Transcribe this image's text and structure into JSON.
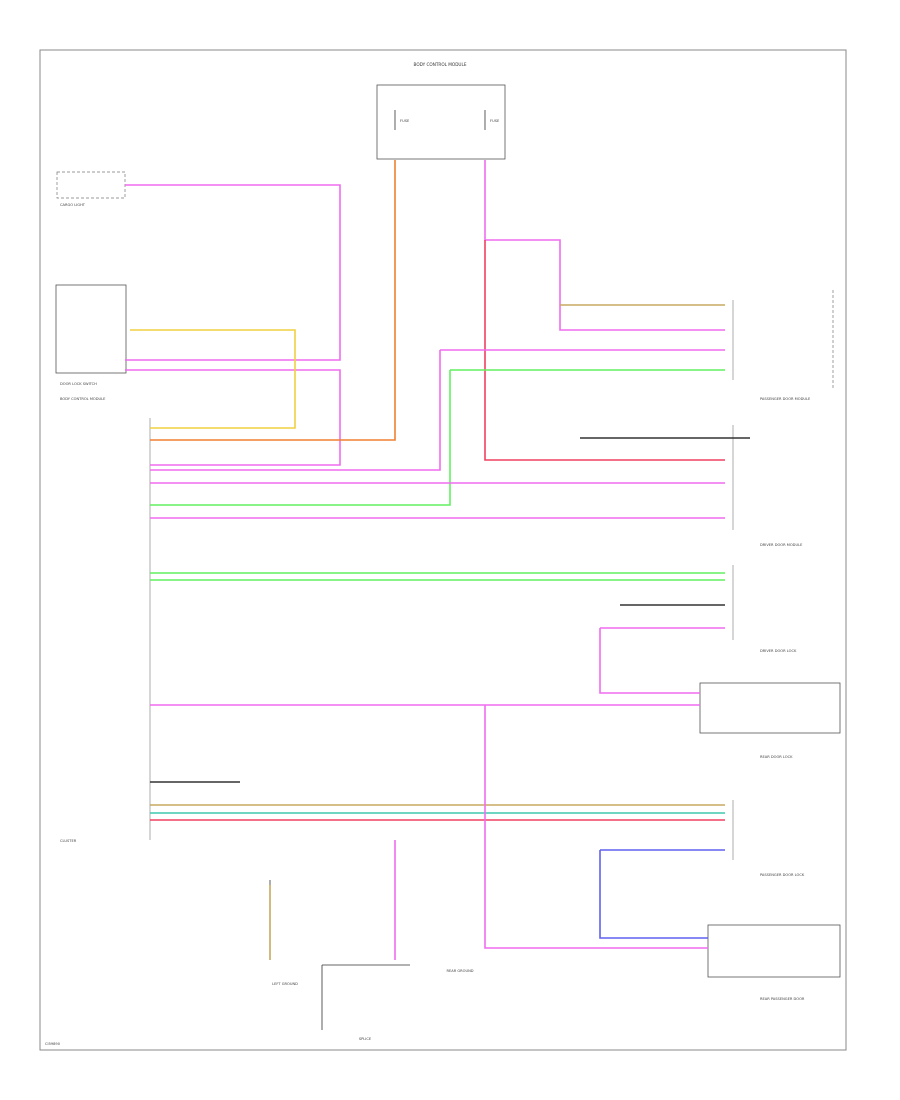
{
  "page": {
    "footer_code": "CI59890"
  },
  "colors": {
    "pink": "#f06cf0",
    "orange": "#f08030",
    "yellow": "#f0d040",
    "green": "#60f060",
    "red": "#f04060",
    "blue": "#6060f0",
    "tan": "#c8a860",
    "teal": "#40c8b0",
    "black": "#333333"
  },
  "components": [
    {
      "id": "fuse_block",
      "label": "BODY CONTROL MODULE"
    },
    {
      "id": "fuse_a",
      "label": "FUSE"
    },
    {
      "id": "fuse_b",
      "label": "FUSE"
    },
    {
      "id": "cargo_light",
      "label": "CARGO LIGHT"
    },
    {
      "id": "door_lock_switch",
      "label": "DOOR LOCK SWITCH"
    },
    {
      "id": "body_control_module",
      "label": "BODY CONTROL MODULE"
    },
    {
      "id": "passenger_door_module",
      "label": "PASSENGER DOOR MODULE"
    },
    {
      "id": "driver_door_module",
      "label": "DRIVER DOOR MODULE"
    },
    {
      "id": "driver_door_lock",
      "label": "DRIVER DOOR LOCK"
    },
    {
      "id": "rear_door_lock",
      "label": "REAR DOOR LOCK"
    },
    {
      "id": "passenger_door_lock",
      "label": "PASSENGER DOOR LOCK"
    },
    {
      "id": "rear_passenger_door",
      "label": "REAR PASSENGER DOOR"
    },
    {
      "id": "cluster",
      "label": "CLUSTER"
    },
    {
      "id": "left_ground",
      "label": "LEFT GROUND"
    },
    {
      "id": "rear_ground",
      "label": "REAR GROUND"
    },
    {
      "id": "splice",
      "label": "SPLICE"
    }
  ]
}
